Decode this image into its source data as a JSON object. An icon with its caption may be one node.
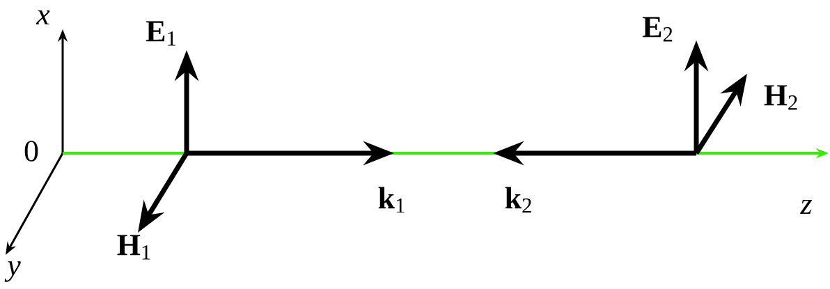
{
  "diagram": {
    "labels": [
      "x",
      "**E**$_{1}$",
      "**E**$_{2}$",
      "**H**$_{2}$",
      "0",
      "z",
      "**k**$_{1}$",
      "**k**$_{2}$",
      "**H**$_{1}$",
      "y"
    ]
  }
}
